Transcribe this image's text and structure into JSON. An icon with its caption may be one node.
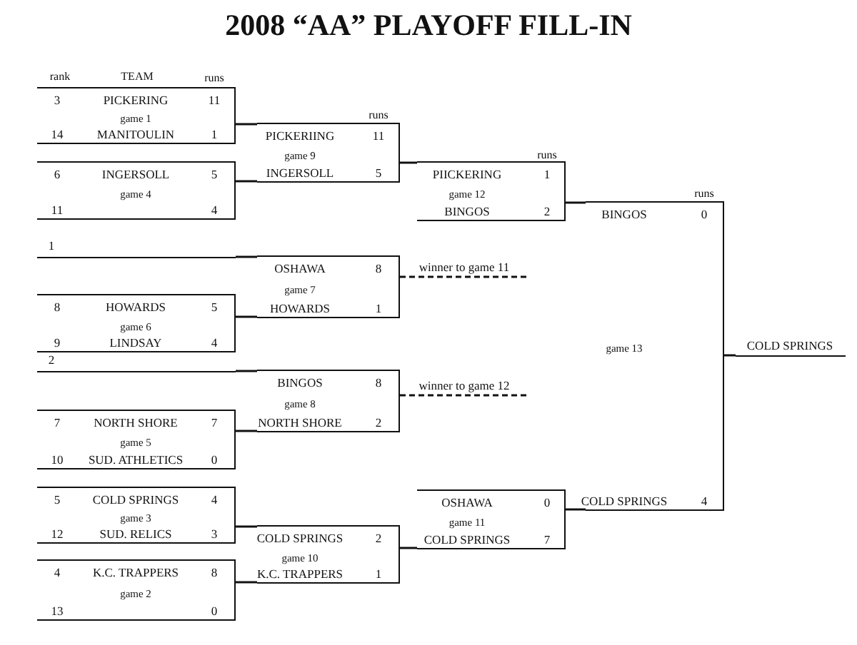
{
  "diagram": {
    "title": "2008 “AA” PLAYOFF FILL-IN",
    "nodes": [
      {
        "text": [
          "3",
          "PICKERING",
          "11",
          "game 1",
          "14",
          "MANITOULIN",
          "1"
        ]
      },
      {
        "text": [
          "6",
          "INGERSOLL",
          "5",
          "game 4",
          "11",
          "4"
        ]
      },
      {
        "text": [
          "1"
        ]
      },
      {
        "text": [
          "8",
          "HOWARDS",
          "5",
          "game 6",
          "9",
          "LINDSAY",
          "4"
        ]
      },
      {
        "text": [
          "2"
        ]
      },
      {
        "text": [
          "7",
          "NORTH SHORE",
          "7",
          "game 5",
          "10",
          "SUD. ATHLETICS",
          "0"
        ]
      },
      {
        "text": [
          "5",
          "COLD SPRINGS",
          "4",
          "game 3",
          "12",
          "SUD. RELICS",
          "3"
        ]
      },
      {
        "text": [
          "4",
          "K.C. TRAPPERS",
          "8",
          "game 2",
          "13",
          "0"
        ]
      },
      {
        "text": [
          "PICKERIING",
          "11",
          "game 9",
          "INGERSOLL",
          "5"
        ]
      },
      {
        "text": [
          "OSHAWA",
          "8",
          "game 7",
          "HOWARDS",
          "1"
        ]
      },
      {
        "text": [
          "BINGOS",
          "8",
          "game 8",
          "NORTH SHORE",
          "2"
        ]
      },
      {
        "text": [
          "COLD SPRINGS",
          "2",
          "game 10",
          "K.C. TRAPPERS",
          "1"
        ]
      },
      {
        "text": [
          "PIICKERING",
          "1",
          "game 12",
          "BINGOS",
          "2"
        ]
      },
      {
        "text": [
          "OSHAWA",
          "0",
          "game 11",
          "COLD SPRINGS",
          "7"
        ]
      },
      {
        "text": [
          "BINGOS",
          "0",
          "game 13",
          "COLD SPRINGS",
          "4"
        ]
      },
      {
        "text": [
          "COLD SPRINGS"
        ]
      }
    ],
    "edges": [
      {
        "from": 0,
        "to": 8,
        "arrow": "none"
      },
      {
        "from": 1,
        "to": 8,
        "arrow": "none"
      },
      {
        "from": 2,
        "to": 9,
        "arrow": "none"
      },
      {
        "from": 3,
        "to": 9,
        "arrow": "none"
      },
      {
        "from": 4,
        "to": 10,
        "arrow": "none"
      },
      {
        "from": 5,
        "to": 10,
        "arrow": "none"
      },
      {
        "from": 6,
        "to": 11,
        "arrow": "none"
      },
      {
        "from": 7,
        "to": 11,
        "arrow": "none"
      },
      {
        "from": 8,
        "to": 12,
        "arrow": "none"
      },
      {
        "from": 9,
        "to": null,
        "arrow": "none",
        "style": "dashed",
        "label": "winner to game 11"
      },
      {
        "from": 10,
        "to": null,
        "arrow": "none",
        "style": "dashed",
        "label": "winner to game 12"
      },
      {
        "from": 11,
        "to": 13,
        "arrow": "none"
      },
      {
        "from": 12,
        "to": 14,
        "arrow": "none"
      },
      {
        "from": 13,
        "to": 14,
        "arrow": "none"
      },
      {
        "from": 14,
        "to": 15,
        "arrow": "none"
      }
    ],
    "labels": [
      "rank",
      "TEAM",
      "runs",
      "runs",
      "runs",
      "runs"
    ]
  }
}
